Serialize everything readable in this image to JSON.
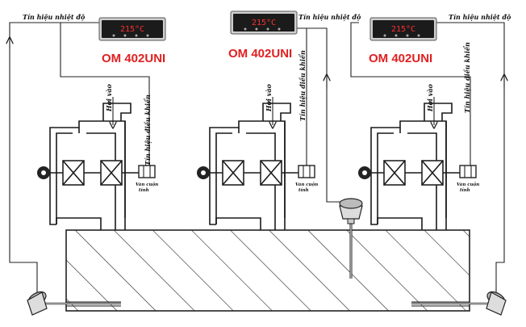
{
  "labels": {
    "temp_signal": "Tín hiệu nhiệt độ",
    "control_signal": "Tín hiệu điều khiển",
    "steam_in": "Hơi vào",
    "solenoid_valve_line1": "Van cuộn",
    "solenoid_valve_line2": "tính",
    "model_name": "OM 402UNI",
    "display_value": "215",
    "display_unit": "°C"
  },
  "units": [
    {
      "id": "left",
      "model": "OM 402UNI"
    },
    {
      "id": "middle",
      "model": "OM 402UNI"
    },
    {
      "id": "right",
      "model": "OM 402UNI"
    }
  ],
  "colors": {
    "model_text": "#e02020",
    "display_digits": "#ff3030",
    "display_bezel": "#1b1b1b",
    "line": "#222222"
  }
}
